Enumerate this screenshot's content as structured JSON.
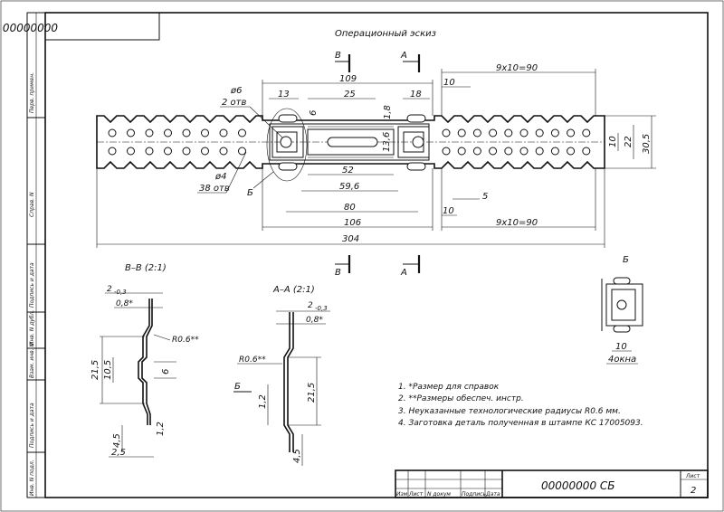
{
  "doc_code_top": "00000000 СБ",
  "sheet_title": "Операционный эскиз",
  "section_markers": {
    "b": "В",
    "a": "А",
    "detail": "Б"
  },
  "dimensions": {
    "d109": "109",
    "d13": "13",
    "d25": "25",
    "d18": "18",
    "d10a": "10",
    "pitch_top": "9x10=90",
    "d6": "6",
    "d18b": "1,8",
    "d136": "13,6",
    "d10r": "10",
    "d22": "22",
    "d305": "30,5",
    "d52": "52",
    "d596": "59,6",
    "d80": "80",
    "d106": "106",
    "d10b": "10",
    "d5": "5",
    "pitch_bot": "9x10=90",
    "d304": "304"
  },
  "hole_notes": {
    "phi6": "ø6",
    "phi6_count": "2 отв",
    "phi4": "ø4",
    "phi4_count": "38 отв"
  },
  "section_bb": {
    "title": "В–В (2:1)",
    "d2": "2",
    "tol": "-0,3",
    "d08": "0,8*",
    "r06": "R0.6**",
    "d215": "21,5",
    "d105": "10,5",
    "d6": "6",
    "d45": "4,5",
    "d12": "1,2",
    "d25": "2,5"
  },
  "section_aa": {
    "title": "А–А (2:1)",
    "d2": "2",
    "tol": "-0,3",
    "d08": "0,8*",
    "r06": "R0.6**",
    "marker": "Б",
    "d12": "1,2",
    "d215": "21,5",
    "d45": "4,5"
  },
  "detail_b": {
    "title": "Б",
    "d10": "10",
    "windows": "4окна"
  },
  "notes": [
    "1. *Размер для справок",
    "2. **Размеры обеспеч. инстр.",
    "3. Неуказанные технологические радиусы R0.6 мм.",
    "4. Заготовка деталь полученная в штампе КС 17005093."
  ],
  "side_labels": [
    "Перв. примен.",
    "Справ. N",
    "Подпись и дата",
    "Инв. N дубл.",
    "Взам. инв. N",
    "Подпись и дата",
    "Инв. N подл."
  ],
  "title_block": {
    "headers": [
      "Изм",
      "Лист",
      "N докум",
      "Подпись",
      "Дата"
    ],
    "code": "00000000 СБ",
    "sheet_label": "Лист",
    "sheet_num": "2"
  }
}
